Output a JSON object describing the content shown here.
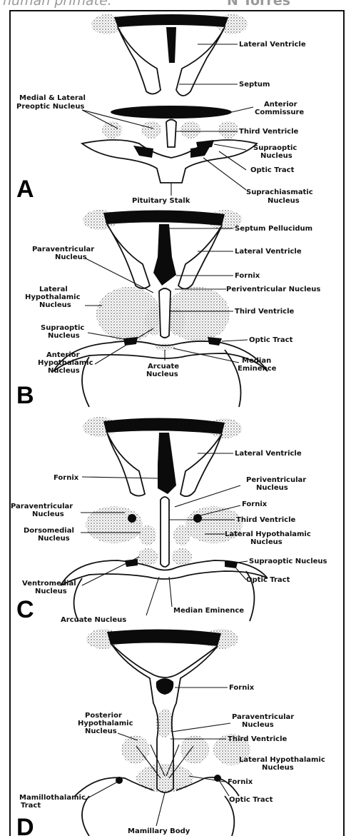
{
  "header": {
    "left_text": "human primate:",
    "right_text": "N Torres"
  },
  "panels": [
    {
      "letter": "A",
      "labels": {
        "lateral_ventricle": "Lateral Ventricle",
        "septum": "Septum",
        "medial_lateral_preoptic_1": "Medial & Lateral",
        "medial_lateral_preoptic_2": "Preoptic Nucleus",
        "anterior_commissure_1": "Anterior",
        "anterior_commissure_2": "Commissure",
        "third_ventricle": "Third Ventricle",
        "supraoptic_1": "Supraoptic",
        "supraoptic_2": "Nucleus",
        "optic_tract": "Optic Tract",
        "pituitary_stalk": "Pituitary Stalk",
        "suprachiasmatic_1": "Suprachiasmatic",
        "suprachiasmatic_2": "Nucleus"
      }
    },
    {
      "letter": "B",
      "labels": {
        "septum_pellucidum": "Septum Pellucidum",
        "lateral_ventricle": "Lateral Ventricle",
        "paraventricular_1": "Paraventricular",
        "paraventricular_2": "Nucleus",
        "fornix": "Fornix",
        "periventricular": "Periventricular Nucleus",
        "lateral_hypothalamic_1": "Lateral",
        "lateral_hypothalamic_2": "Hypothalamic",
        "lateral_hypothalamic_3": "Nucleus",
        "third_ventricle": "Third Ventricle",
        "supraoptic_1": "Supraoptic",
        "supraoptic_2": "Nucleus",
        "optic_tract": "Optic Tract",
        "anterior_hypothalamic_1": "Anterior",
        "anterior_hypothalamic_2": "Hypothalamic",
        "anterior_hypothalamic_3": "Nucleus",
        "arcuate_1": "Arcuate",
        "arcuate_2": "Nucleus",
        "median_eminence_1": "Median",
        "median_eminence_2": "Eminence"
      }
    },
    {
      "letter": "C",
      "labels": {
        "lateral_ventricle": "Lateral Ventricle",
        "fornix_top": "Fornix",
        "periventricular_1": "Periventricular",
        "periventricular_2": "Nucleus",
        "paraventricular_1": "Paraventricular",
        "paraventricular_2": "Nucleus",
        "fornix_right": "Fornix",
        "third_ventricle": "Third Ventricle",
        "dorsomedial_1": "Dorsomedial",
        "dorsomedial_2": "Nucleus",
        "lateral_hypothalamic_1": "Lateral Hypothalamic",
        "lateral_hypothalamic_2": "Nucleus",
        "supraoptic": "Supraoptic Nucleus",
        "ventromedial_1": "Ventromedial",
        "ventromedial_2": "Nucleus",
        "optic_tract": "Optic Tract",
        "arcuate": "Arcuate Nucleus",
        "median_eminence": "Median Eminence"
      }
    },
    {
      "letter": "D",
      "labels": {
        "fornix_top": "Fornix",
        "posterior_hypothalamic_1": "Posterior",
        "posterior_hypothalamic_2": "Hypothalamic",
        "posterior_hypothalamic_3": "Nucleus",
        "paraventricular_1": "Paraventricular",
        "paraventricular_2": "Nucleus",
        "third_ventricle": "Third Ventricle",
        "lateral_hypothalamic_1": "Lateral Hypothalamic",
        "lateral_hypothalamic_2": "Nucleus",
        "fornix_mid": "Fornix",
        "mamillothalamic_1": "Mamillothalamic",
        "mamillothalamic_2": "Tract",
        "optic_tract": "Optic Tract",
        "mamillary_body": "Mamillary Body"
      }
    }
  ]
}
